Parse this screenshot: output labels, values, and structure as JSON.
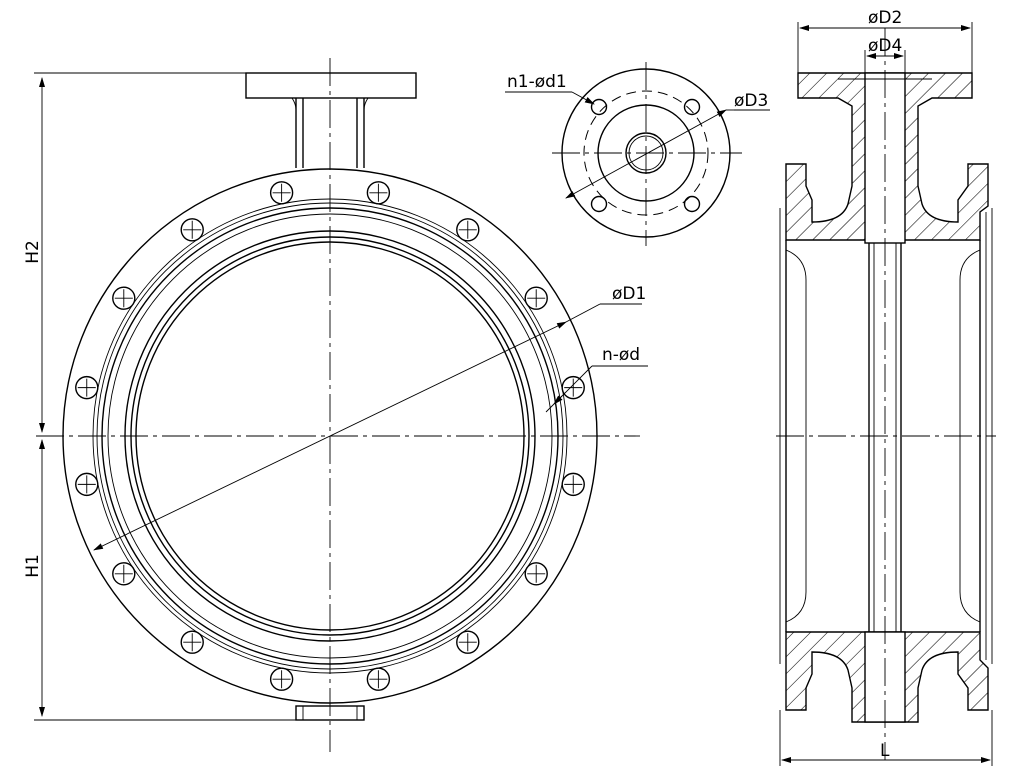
{
  "labels": {
    "h2": "H2",
    "h1": "H1",
    "d1": "øD1",
    "nd": "n-ød",
    "n1d1": "n1-ød1",
    "d3": "øD3",
    "d2": "øD2",
    "d4": "øD4",
    "l": "L"
  }
}
